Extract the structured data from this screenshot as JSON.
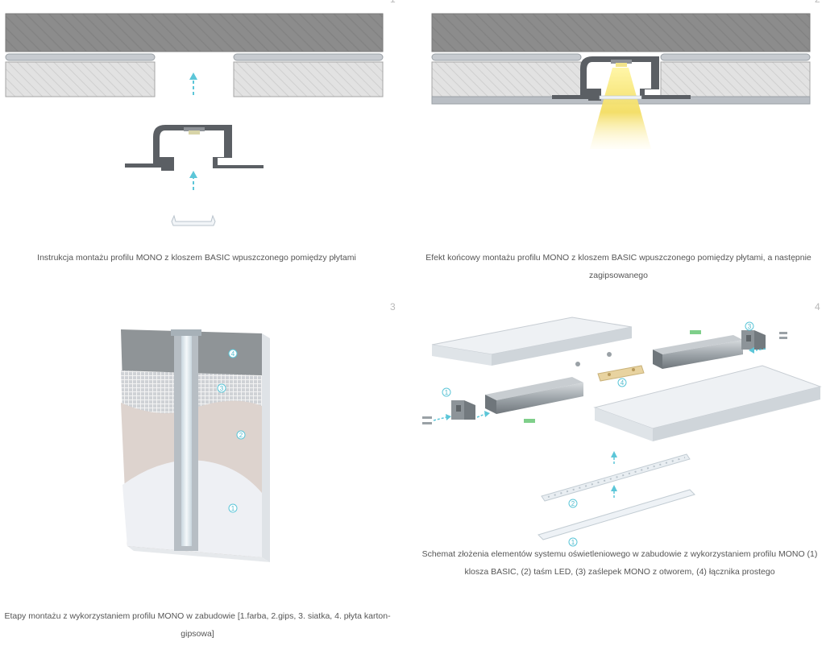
{
  "figures": [
    {
      "number": "1",
      "caption": "Instrukcja montażu profilu MONO z kloszem BASIC wpuszczonego pomiędzy płytami"
    },
    {
      "number": "2",
      "caption": "Efekt końcowy montażu profilu MONO z kloszem BASIC wpuszczonego pomiędzy płytami, a następnie zagipsowanego"
    },
    {
      "number": "3",
      "caption": "Etapy montażu z wykorzystaniem profilu MONO w zabudowie [1.farba, 2.gips, 3. siatka, 4. płyta karton-gipsowa]",
      "layer_labels": [
        "4",
        "3",
        "2",
        "1"
      ]
    },
    {
      "number": "4",
      "caption": "Schemat złożenia elementów systemu oświetleniowego w zabudowie z wykorzystaniem profilu MONO (1) klosza BASIC, (2) taśm LED, (3) zaślepek MONO z otworem, (4) łącznika prostego",
      "part_labels": [
        "3",
        "4",
        "1",
        "2",
        "1"
      ]
    }
  ],
  "colors": {
    "accent": "#5cc6d8",
    "board_dark": "#8a8a8a",
    "board_light": "#d9d9d9",
    "profile": "#55595e",
    "led_light": "#f6e27a"
  }
}
